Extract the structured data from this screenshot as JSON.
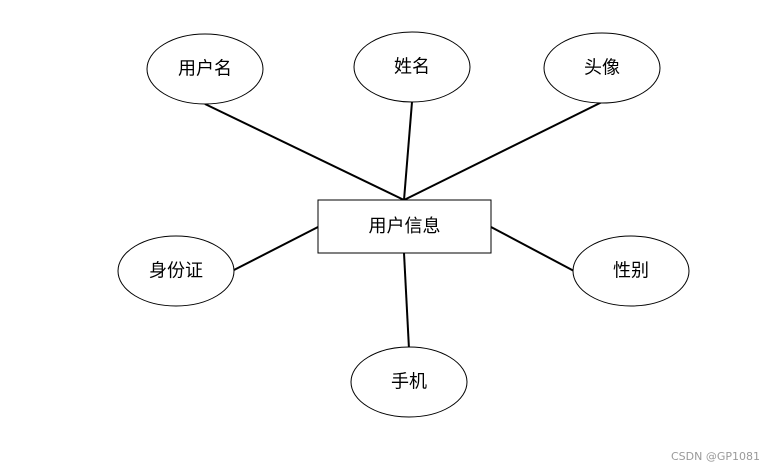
{
  "diagram": {
    "type": "er-attribute-diagram",
    "entity": {
      "label": "用户信息"
    },
    "attributes": [
      {
        "label": "用户名"
      },
      {
        "label": "姓名"
      },
      {
        "label": "头像"
      },
      {
        "label": "身份证"
      },
      {
        "label": "性别"
      },
      {
        "label": "手机"
      }
    ],
    "relationships": [
      {
        "from": "用户信息",
        "to": "用户名"
      },
      {
        "from": "用户信息",
        "to": "姓名"
      },
      {
        "from": "用户信息",
        "to": "头像"
      },
      {
        "from": "用户信息",
        "to": "身份证"
      },
      {
        "from": "用户信息",
        "to": "性别"
      },
      {
        "from": "用户信息",
        "to": "手机"
      }
    ]
  },
  "watermark": "CSDN @GP1081"
}
